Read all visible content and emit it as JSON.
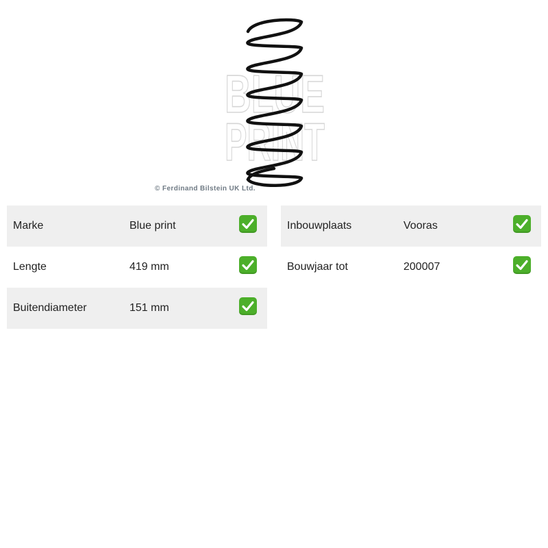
{
  "product": {
    "image_icon": "coil-spring-icon",
    "watermark_lines": [
      "BLUE",
      "PRINT"
    ],
    "copyright": "© Ferdinand Bilstein UK Ltd."
  },
  "specs_left": [
    {
      "label": "Marke",
      "value": "Blue print",
      "check_icon": "green-check-icon"
    },
    {
      "label": "Lengte",
      "value": "419 mm",
      "check_icon": "green-check-icon"
    },
    {
      "label": "Buitendiameter",
      "value": "151 mm",
      "check_icon": "green-check-icon"
    }
  ],
  "specs_right": [
    {
      "label": "Inbouwplaats",
      "value": "Vooras",
      "check_icon": "green-check-icon"
    },
    {
      "label": "Bouwjaar tot",
      "value": "200007",
      "check_icon": "green-check-icon"
    }
  ],
  "colors": {
    "row_shade": "#efefef",
    "check_green": "#4caf2a",
    "spring": "#111111",
    "watermark": "#d6d6d6",
    "copyright": "#6f7a84"
  }
}
